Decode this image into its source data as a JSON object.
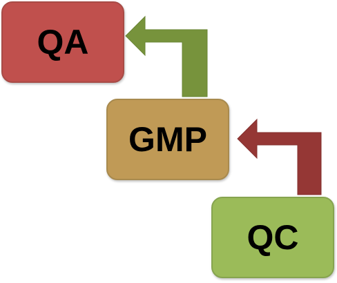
{
  "diagram": {
    "boxes": [
      {
        "id": "qa",
        "label": "QA",
        "color": "#c0504d"
      },
      {
        "id": "gmp",
        "label": "GMP",
        "color": "#c09a56"
      },
      {
        "id": "qc",
        "label": "QC",
        "color": "#9bbb59"
      }
    ],
    "arrows": [
      {
        "from": "gmp",
        "to": "qa",
        "color": "#77933c"
      },
      {
        "from": "qc",
        "to": "gmp",
        "color": "#953735"
      }
    ]
  }
}
